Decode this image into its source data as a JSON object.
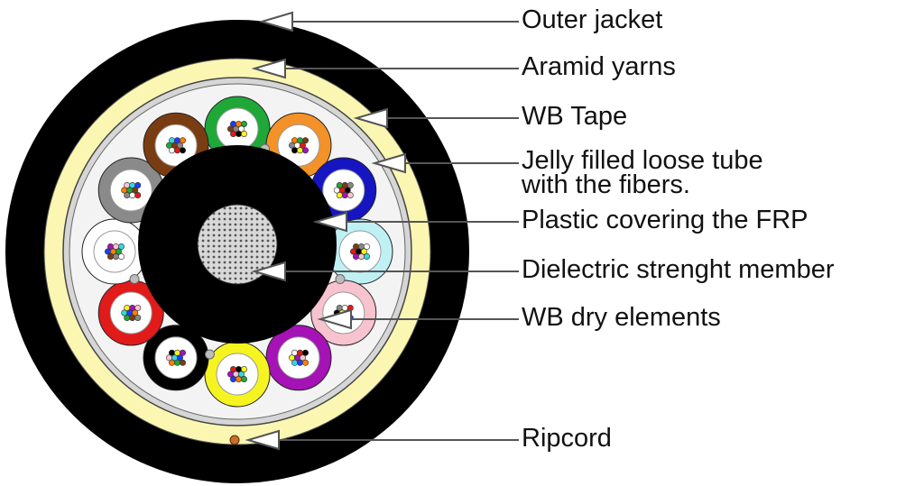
{
  "labels": {
    "outer_jacket": "Outer jacket",
    "aramid_yarns": "Aramid yarns",
    "wb_tape": "WB Tape",
    "loose_tube_line1": "Jelly filled loose tube",
    "loose_tube_line2": "with the fibers.",
    "plastic_covering": "Plastic covering the FRP",
    "dielectric_member": "Dielectric strenght member",
    "wb_dry_elements": "WB dry elements",
    "ripcord": "Ripcord"
  },
  "colors": {
    "jacket": "#000000",
    "aramid": "#fbf7b2",
    "tape": "#d6d6d6",
    "inner_fill": "#f3f3f3",
    "frp_cover": "#000000",
    "leader": "#555555",
    "ripcord": "#c8702a"
  },
  "tubes": [
    {
      "name": "green",
      "color": "#1fa838"
    },
    {
      "name": "orange",
      "color": "#f39228"
    },
    {
      "name": "blue",
      "color": "#1515c2"
    },
    {
      "name": "aqua",
      "color": "#bff0f4"
    },
    {
      "name": "rose",
      "color": "#f7c3cf"
    },
    {
      "name": "violet",
      "color": "#a512b5"
    },
    {
      "name": "yellow",
      "color": "#f6f420"
    },
    {
      "name": "black",
      "color": "#000000"
    },
    {
      "name": "red",
      "color": "#e11a1a"
    },
    {
      "name": "white",
      "color": "#ffffff"
    },
    {
      "name": "slate",
      "color": "#8a8a8a"
    },
    {
      "name": "brown",
      "color": "#7a3d12"
    }
  ]
}
